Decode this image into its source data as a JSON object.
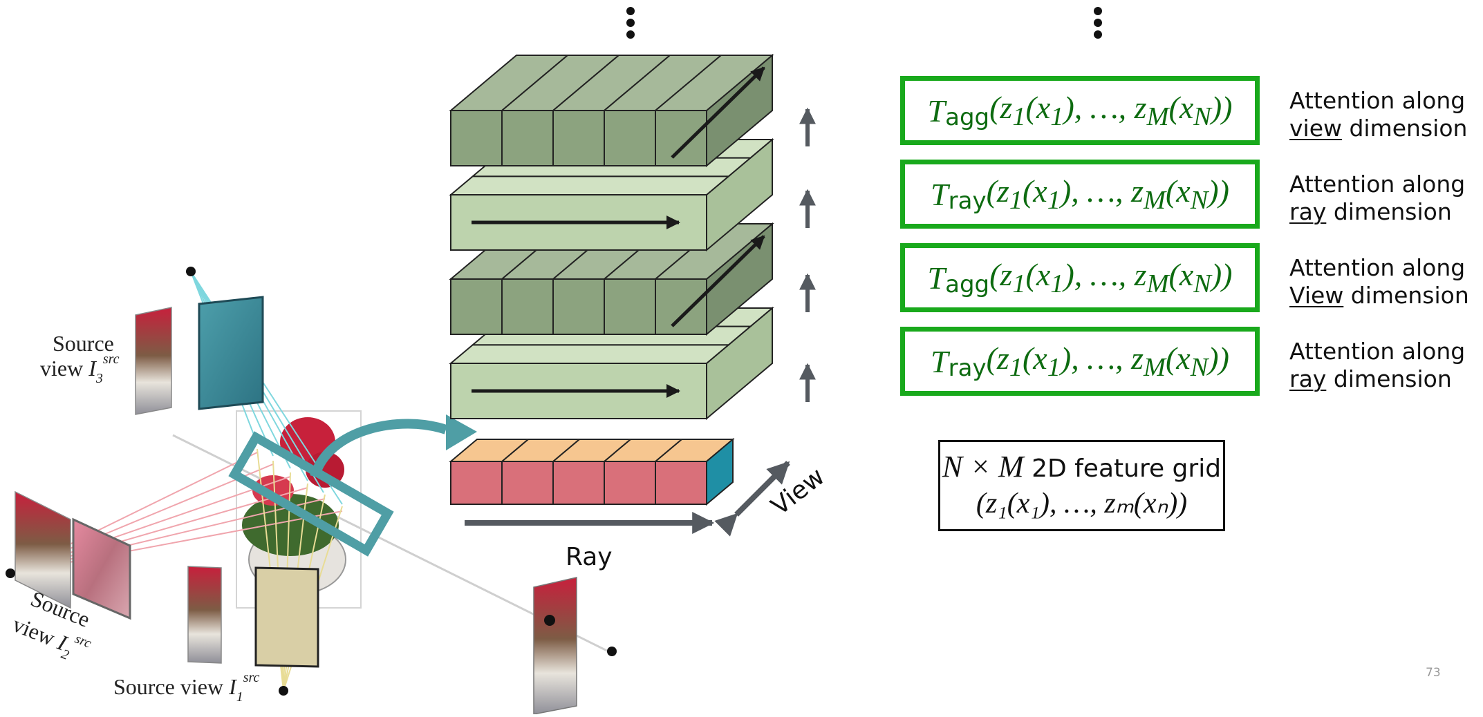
{
  "diagram": {
    "stack": [
      {
        "op": "agg",
        "attention_text": "Attention along",
        "dim_word": "view",
        "dim_suffix": " dimension"
      },
      {
        "op": "ray",
        "attention_text": "Attention along",
        "dim_word": "ray",
        "dim_suffix": " dimension"
      },
      {
        "op": "agg",
        "attention_text": "Attention along",
        "dim_word": "View",
        "dim_suffix": " dimension"
      },
      {
        "op": "ray",
        "attention_text": "Attention along",
        "dim_word": "ray",
        "dim_suffix": " dimension"
      }
    ],
    "formula": {
      "T": "T",
      "args": "(z₁(x₁), …, z",
      "args_tail": "(x",
      "close": "))",
      "M": "M",
      "N": "N"
    },
    "feature_grid": {
      "line1_math": "N × M",
      "line1_text": " 2D feature grid",
      "line2": "(z₁(x₁), …, zₘ(xₙ))"
    },
    "axis_labels": {
      "ray": "Ray",
      "view": "View"
    },
    "source_views": {
      "view3": "Source\nview I₃ˢʳᶜ",
      "view2": "Source\nview I₂ˢʳᶜ",
      "view1": "Source view I₁ˢʳᶜ"
    },
    "page_number": "73"
  }
}
